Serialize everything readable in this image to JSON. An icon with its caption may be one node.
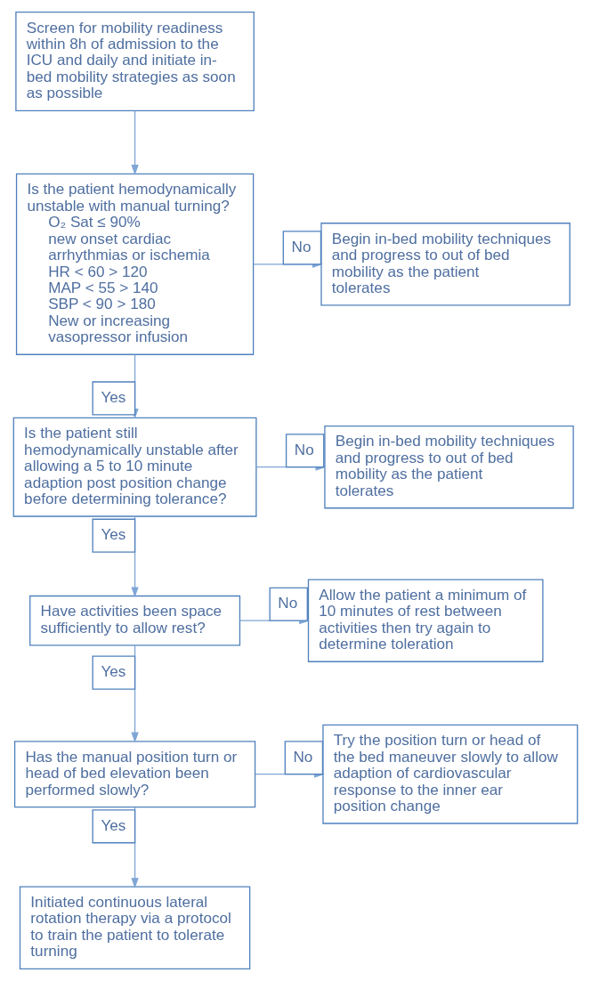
{
  "diagram": {
    "nodes": [
      {
        "text": [
          "Screen for mobility readiness within 8h of admission to the ICU and daily and initiate in-bed mobility strategies as soon as possible"
        ]
      },
      {
        "text": [
          "Is the patient hemodynamically unstable with manual turning?",
          "O₂ Sat ≤ 90%",
          "new onset cardiac arrhythmias or ischemia",
          "HR < 60 > 120",
          "MAP < 55 > 140",
          "SBP < 90 > 180",
          "New or increasing vasopressor infusion"
        ]
      },
      {
        "text": [
          "Begin in-bed mobility techniques and progress to out of bed mobility as the patient tolerates"
        ]
      },
      {
        "text": [
          "Is the patient still hemodynamically unstable after allowing a 5 to 10 minute adaption post position change before determining tolerance?"
        ]
      },
      {
        "text": [
          "Begin in-bed mobility techniques and progress to out of bed mobility as the patient tolerates"
        ]
      },
      {
        "text": [
          "Have activities been space sufficiently to allow rest?"
        ]
      },
      {
        "text": [
          "Allow the patient a minimum of 10 minutes of rest between activities then try again to determine toleration"
        ]
      },
      {
        "text": [
          "Has the manual position turn or head of bed elevation been performed slowly?"
        ]
      },
      {
        "text": [
          "Try the position turn or head of the bed maneuver slowly to allow adaption of cardiovascular response to the inner ear position change"
        ]
      },
      {
        "text": [
          "Initiated continuous lateral rotation therapy via a protocol to train the patient to tolerate turning"
        ]
      }
    ],
    "edges": [
      {
        "from": 0,
        "to": 1,
        "arrow": "to"
      },
      {
        "from": 1,
        "to": 2,
        "arrow": "to",
        "label": "No"
      },
      {
        "from": 1,
        "to": 3,
        "arrow": "to",
        "label": "Yes"
      },
      {
        "from": 3,
        "to": 4,
        "arrow": "to",
        "label": "No"
      },
      {
        "from": 3,
        "to": 5,
        "arrow": "to",
        "label": "Yes"
      },
      {
        "from": 5,
        "to": 6,
        "arrow": "to",
        "label": "No"
      },
      {
        "from": 5,
        "to": 7,
        "arrow": "to",
        "label": "Yes"
      },
      {
        "from": 7,
        "to": 8,
        "arrow": "to",
        "label": "No"
      },
      {
        "from": 7,
        "to": 9,
        "arrow": "to",
        "label": "Yes"
      }
    ]
  }
}
